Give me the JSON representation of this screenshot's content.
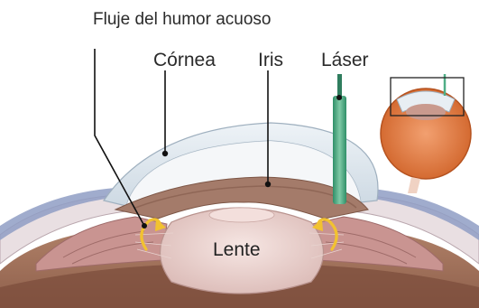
{
  "labels": {
    "aqueous_flow": "Fluje del humor acuoso",
    "cornea": "Córnea",
    "iris": "Iris",
    "laser": "Láser",
    "lens": "Lente"
  },
  "colors": {
    "background": "#ffffff",
    "cornea": "#dfe8ef",
    "sclera": "#eee3e6",
    "iris": "#a47b6a",
    "ciliary_body": "#c99491",
    "lens": "#efd8d5",
    "vitreous": "#a97a63",
    "laser_beam": "#4fae86",
    "aqueous_arrows": "#f2c230",
    "leader_lines": "#111111",
    "inset_eye": "#e07a3a"
  },
  "icons": {
    "inset": "eye-cross-section-icon"
  }
}
